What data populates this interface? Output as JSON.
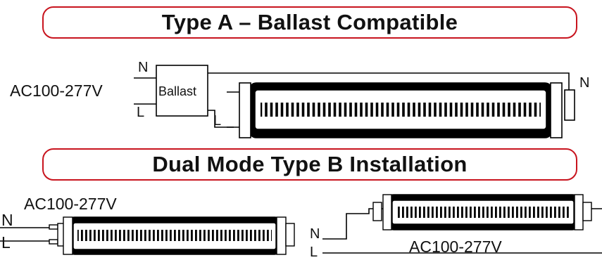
{
  "sections": {
    "type_a": {
      "title": "Type A – Ballast Compatible",
      "voltage": "AC100-277V",
      "ballast": "Ballast",
      "n_left": "N",
      "l_left": "L",
      "l_tube": "L",
      "n_right": "N"
    },
    "type_b": {
      "title": "Dual Mode Type B Installation",
      "left": {
        "voltage": "AC100-277V",
        "n": "N",
        "l": "L"
      },
      "right": {
        "voltage": "AC100-277V",
        "n": "N",
        "l": "L"
      }
    }
  }
}
